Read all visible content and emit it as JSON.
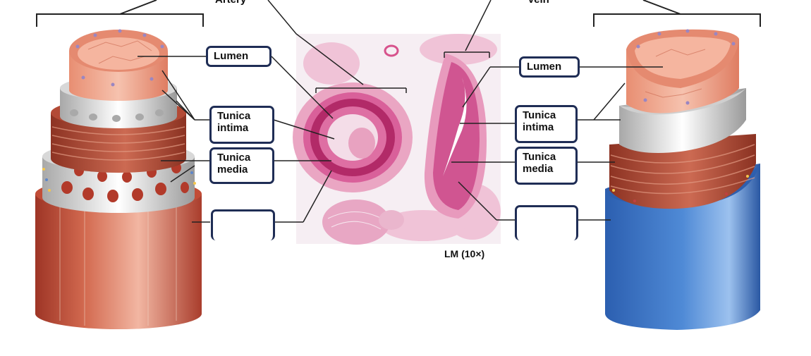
{
  "top_labels": {
    "artery": "Artery",
    "vein": "Vein"
  },
  "artery_labels": {
    "lumen": "Lumen",
    "intima": "Tunica\nintima",
    "media": "Tunica\nmedia"
  },
  "vein_labels": {
    "lumen": "Lumen",
    "intima": "Tunica\nintima",
    "media": "Tunica\nmedia"
  },
  "micrograph_caption": "LM (10×)",
  "colors": {
    "label_border": "#1f2d55",
    "artery_outer": "#c85a42",
    "vein_outer": "#3f79c7",
    "endothelium": "#f0a88e",
    "smooth_muscle": "#b9523c",
    "elastic_layer": "#d9d9d9",
    "stain": "#d7528c"
  }
}
